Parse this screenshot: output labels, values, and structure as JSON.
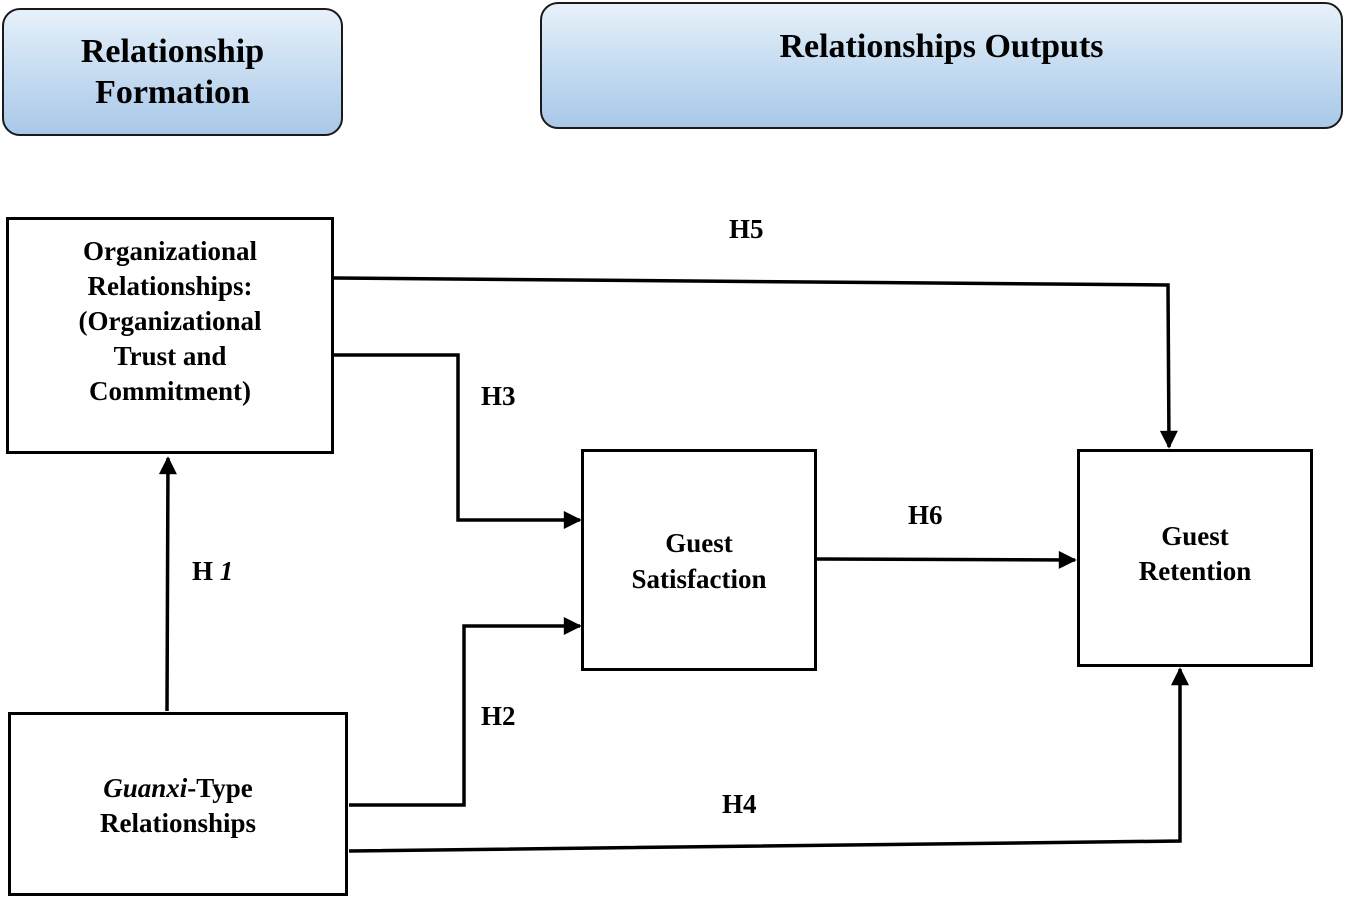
{
  "headers": {
    "formation": {
      "line1": "Relationship",
      "line2": "Formation"
    },
    "outputs": "Relationships Outputs"
  },
  "boxes": {
    "organizational": {
      "line1": "Organizational",
      "line2": "Relationships:",
      "line3": "(Organizational",
      "line4": "Trust and",
      "line5": "Commitment)"
    },
    "guanxi": {
      "italic": "Guanxi",
      "suffix": "-Type",
      "line2": "Relationships"
    },
    "satisfaction": {
      "line1": "Guest",
      "line2": "Satisfaction"
    },
    "retention": {
      "line1": "Guest",
      "line2": "Retention"
    }
  },
  "hypotheses": {
    "h1_prefix": "H",
    "h1_num": "1",
    "h2": "H2",
    "h3": "H3",
    "h4": "H4",
    "h5": "H5",
    "h6": "H6"
  }
}
